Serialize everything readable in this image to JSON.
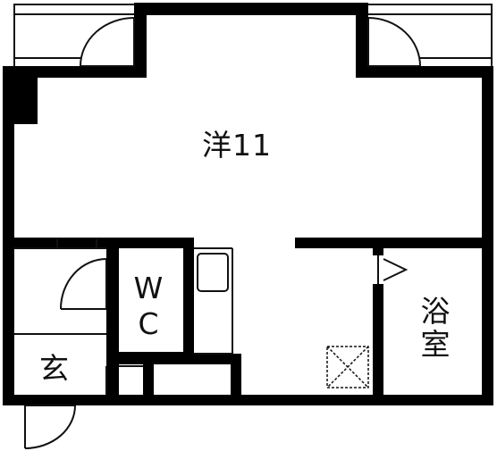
{
  "floor_plan": {
    "rooms": {
      "western_room": {
        "label": "洋11"
      },
      "toilet": {
        "label_line1": "W",
        "label_line2": "C"
      },
      "bathroom": {
        "label_line1": "浴",
        "label_line2": "室"
      },
      "entrance": {
        "label": "玄"
      }
    },
    "colors": {
      "wall": "#000000",
      "background": "#ffffff",
      "line": "#111111"
    }
  }
}
